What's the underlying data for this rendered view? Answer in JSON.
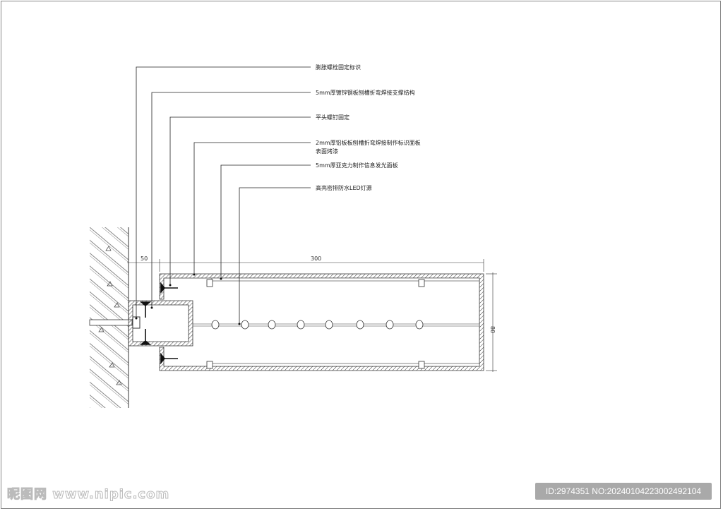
{
  "annotations": [
    "膨胀螺栓固定标识",
    "5mm厚镀锌钢板刨槽折弯焊接支撑结构",
    "平头螺钉固定",
    "2mm厚铝板板刨槽折弯焊接制作标识面板",
    "表面烤漆",
    "5mm厚亚克力制作信息发光面板",
    "高亮密排防水LED灯源"
  ],
  "dimensions": {
    "left": "50",
    "width": "300",
    "height": "80"
  },
  "watermark": {
    "logo": "昵图网",
    "url": "www.nipic.com"
  },
  "id_label": "ID:2974351 NO:20240104223002492104"
}
